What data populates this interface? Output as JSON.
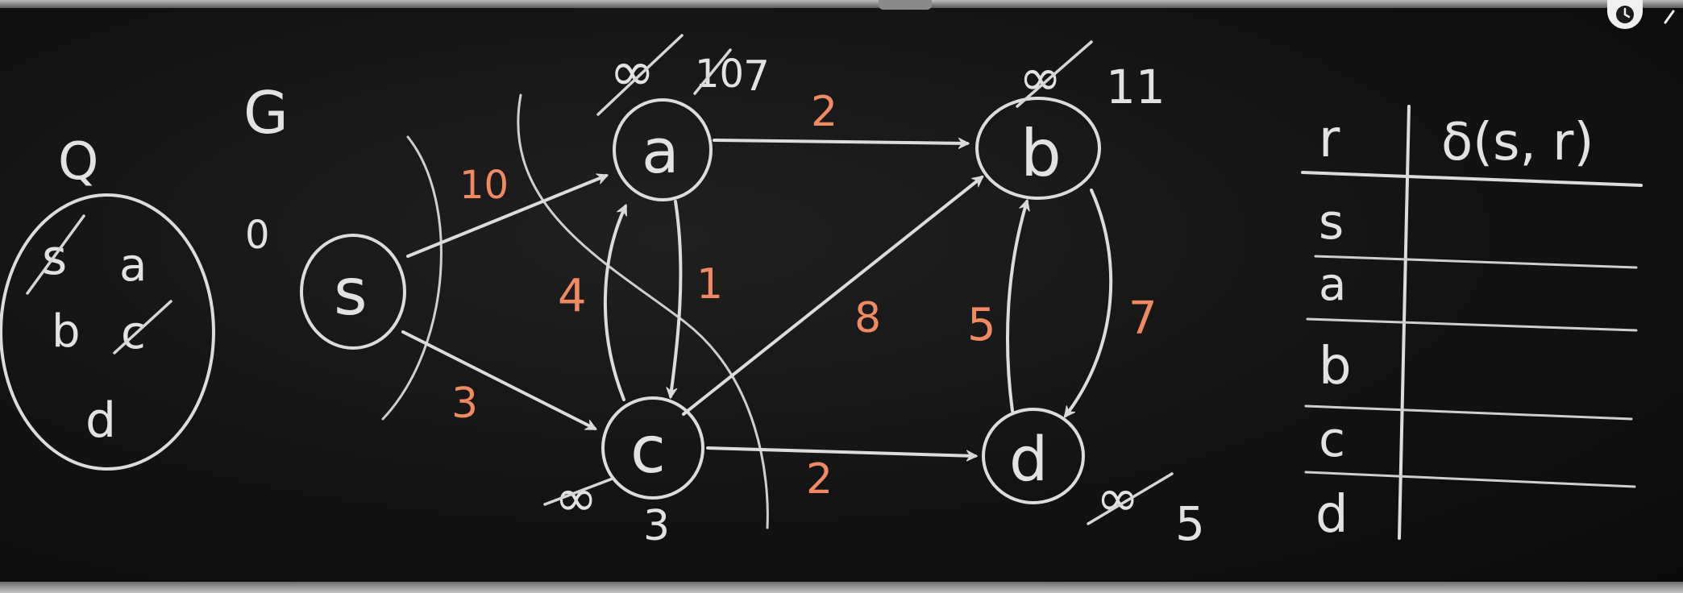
{
  "board": {
    "queue": {
      "letter": "Q",
      "items": [
        "s",
        "a",
        "b",
        "c",
        "d"
      ],
      "crossed_out": [
        "s",
        "c"
      ]
    },
    "graph": {
      "letter": "G",
      "nodes": [
        {
          "id": "s",
          "label": "s",
          "distance_history": [
            "0"
          ]
        },
        {
          "id": "a",
          "label": "a",
          "distance_history": [
            "∞",
            "10",
            "7"
          ]
        },
        {
          "id": "b",
          "label": "b",
          "distance_history": [
            "∞",
            "11"
          ]
        },
        {
          "id": "c",
          "label": "c",
          "distance_history": [
            "∞",
            "3"
          ]
        },
        {
          "id": "d",
          "label": "d",
          "distance_history": [
            "∞",
            "5"
          ]
        }
      ],
      "edges": [
        {
          "from": "s",
          "to": "a",
          "weight": "10"
        },
        {
          "from": "s",
          "to": "c",
          "weight": "3"
        },
        {
          "from": "a",
          "to": "b",
          "weight": "2"
        },
        {
          "from": "a",
          "to": "c",
          "weight": "1"
        },
        {
          "from": "c",
          "to": "a",
          "weight": "4"
        },
        {
          "from": "c",
          "to": "b",
          "weight": "8"
        },
        {
          "from": "c",
          "to": "d",
          "weight": "2"
        },
        {
          "from": "d",
          "to": "b",
          "weight": "5"
        },
        {
          "from": "b",
          "to": "d",
          "weight": "7"
        }
      ]
    },
    "table": {
      "headers": [
        "r",
        "δ(s, r)"
      ],
      "rows": [
        {
          "r": "s",
          "delta": ""
        },
        {
          "r": "a",
          "delta": ""
        },
        {
          "r": "b",
          "delta": ""
        },
        {
          "r": "c",
          "delta": ""
        },
        {
          "r": "d",
          "delta": ""
        }
      ]
    }
  },
  "colors": {
    "chalk": "#dcdcdc",
    "weight_chalk": "#f08a62",
    "board": "#141414"
  },
  "player": {
    "clock_icon": "clock-icon",
    "next_icon": "chevron-right-icon"
  }
}
